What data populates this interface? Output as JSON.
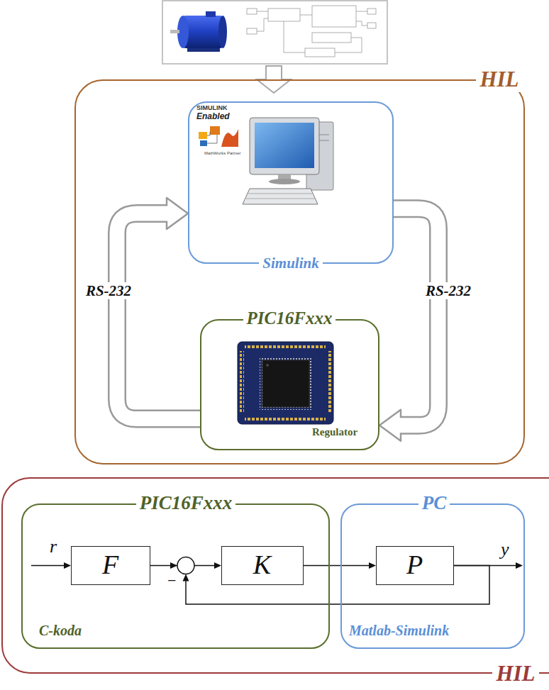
{
  "diagram": {
    "nodes": [
      {
        "text": [
          "HIL"
        ]
      },
      {
        "text": [
          "Simulink"
        ],
        "in": 0
      },
      {
        "text": [
          "PIC16Fxxx",
          "Regulator"
        ],
        "in": 0
      },
      {
        "text": [
          "HIL"
        ]
      },
      {
        "text": [
          "PIC16Fxxx",
          "C-koda"
        ],
        "in": 3
      },
      {
        "text": [
          "PC",
          "Matlab-Simulink"
        ],
        "in": 3
      },
      {
        "text": [
          "F"
        ],
        "in": 4
      },
      {
        "text": [
          "K"
        ],
        "in": 4
      },
      {
        "text": [
          "P"
        ],
        "in": 5
      }
    ],
    "edges": [
      {
        "from": 2,
        "to": 1,
        "label": "RS-232",
        "arrow": "to"
      },
      {
        "from": 1,
        "to": 2,
        "label": "RS-232",
        "arrow": "to"
      },
      {
        "from": 6,
        "to": 7,
        "arrow": "to"
      },
      {
        "from": 7,
        "to": 8,
        "arrow": "to"
      },
      {
        "from": 8,
        "to": 7,
        "arrow": "to"
      }
    ],
    "labels": [
      "SIMULINK",
      "Enabled",
      "MathWorks Partner",
      "r",
      "−",
      "y"
    ]
  }
}
